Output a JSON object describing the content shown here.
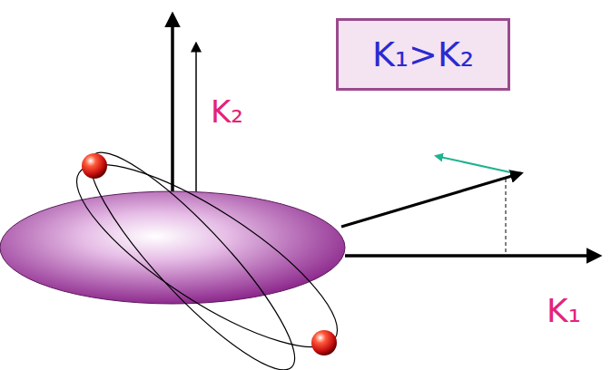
{
  "diagram": {
    "nodes": [
      {
        "text": [
          "K₁>K₂"
        ]
      }
    ],
    "labels": [
      "K₂",
      "K₁"
    ]
  }
}
